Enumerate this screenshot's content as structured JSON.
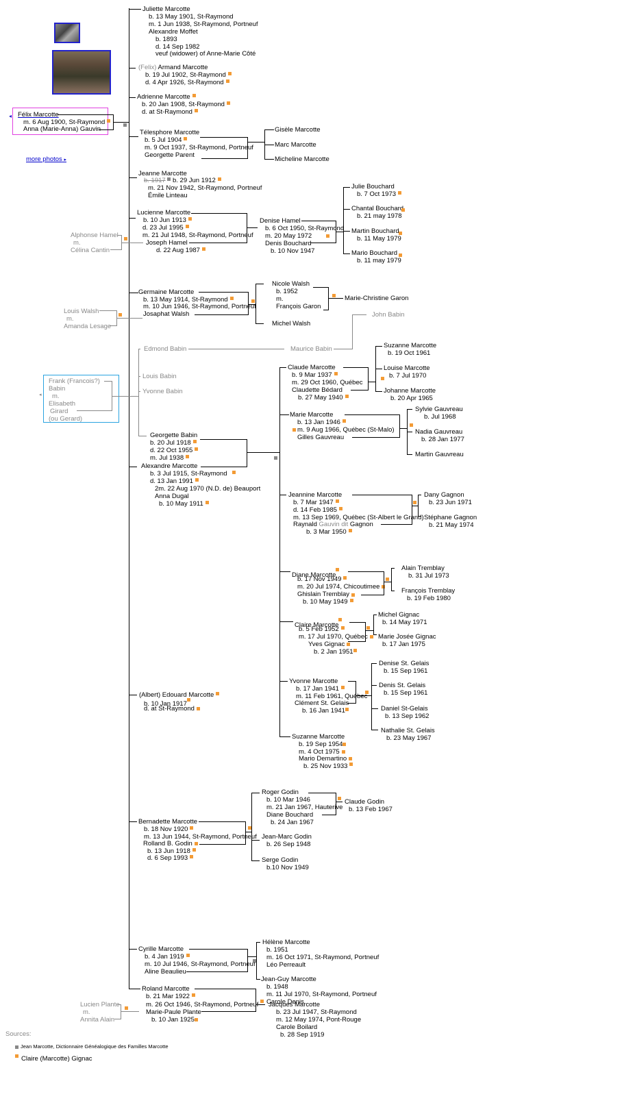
{
  "photos": {
    "thumb1": "family photo (small)",
    "thumb2": "family group photo"
  },
  "more_photos": "more photos",
  "root": {
    "husband": "Félix Marcotte",
    "marriage": "m. 6 Aug 1900, St-Raymond",
    "wife": "Anna (Marie-Anna) Gauvin"
  },
  "parents_hamel": {
    "father": "Alphonse Hamel",
    "m": "m.",
    "mother": "Célina Cantin"
  },
  "parents_walsh": {
    "father": "Louis Walsh",
    "m": "m.",
    "mother": "Amanda Lesage"
  },
  "parents_babin": {
    "l1": "Frank (Francois?)",
    "l2": "Babin",
    "m": "m.",
    "l3": "Elisabeth",
    "l4": "Girard",
    "l5": "(ou Gerard)"
  },
  "parents_plante": {
    "father": "Lucien Plante",
    "m": "m.",
    "mother": "Annita Alain"
  },
  "children": {
    "juliette": {
      "name": "Juliette Marcotte",
      "b": "b. 13 May 1901, St-Raymond",
      "m": "m. 1 Jun 1938, St-Raymond, Portneuf",
      "spouse": "Alexandre Moffet",
      "sb": "b. 1893",
      "sd": "d. 14 Sep 1982",
      "note": "veuf (widower) of Anne-Marie Côté"
    },
    "armand": {
      "prefix": "(Felix)",
      "name": "Armand Marcotte",
      "b": "b. 19 Jul 1902, St-Raymond",
      "d": "d. 4 Apr 1926, St-Raymond"
    },
    "adrienne": {
      "name": "Adrienne Marcotte",
      "b": "b. 20 Jan 1908, St-Raymond",
      "d": "d. at St-Raymond"
    },
    "telesphore": {
      "name": "Télesphore Marcotte",
      "b": "b. 5 Jul 1904",
      "m": "m. 9 Oct 1937, St-Raymond, Portneuf",
      "spouse": "Georgette Parent",
      "kids": [
        "Gisèle Marcotte",
        "Marc Marcotte",
        "Micheline Marcotte"
      ]
    },
    "jeanne": {
      "name": "Jeanne Marcotte",
      "b_old": "b. 1917",
      "b": "b. 29 Jun 1912",
      "m": "m. 21 Nov 1942, St-Raymond, Portneuf",
      "spouse": "Émile Linteau"
    },
    "lucienne": {
      "name": "Lucienne Marcotte",
      "b": "b. 10 Jun 1913",
      "d": "d. 23 Jul 1995",
      "m": "m. 21 Jul 1948, St-Raymond, Portneuf",
      "spouse": "Joseph Hamel",
      "sd": "d.  22 Aug 1987"
    },
    "denise": {
      "name": "Denise Hamel",
      "b": "b. 6 Oct 1950, St-Raymond",
      "m": "m. 20 May 1972",
      "spouse": "Denis Bouchard",
      "sb": "b. 10 Nov 1947"
    },
    "bouchard_kids": [
      {
        "name": "Julie Bouchard",
        "b": "b. 7 Oct 1973"
      },
      {
        "name": "Chantal Bouchard",
        "b": "b. 21 may 1978"
      },
      {
        "name": "Martin Bouchard",
        "b": "b. 11 May 1979"
      },
      {
        "name": "Mario Bouchard",
        "b": "b. 11 may 1979"
      }
    ],
    "germaine": {
      "name": "Germaine Marcotte",
      "b": "b. 13 May 1914, St-Raymond",
      "m": "m. 10 Jun 1946, St-Raymond, Portneuf",
      "spouse": "Josaphat Walsh"
    },
    "nicole": {
      "name": "Nicole Walsh",
      "b": "b. 1952",
      "m": "m.",
      "spouse": "François Garon",
      "kid": "Marie-Christine Garon"
    },
    "michel_walsh": "Michel Walsh",
    "babin": {
      "edmond": "Edmond Babin",
      "maurice": "Maurice Babin",
      "john": "John Babin",
      "louis": "Louis Babin",
      "yvonne": "Yvonne Babin"
    },
    "georgette": {
      "name": "Georgette Babin",
      "b": "b. 20 Jul 1918",
      "d": "d. 22 Oct 1955",
      "m": "m. Jul 1938"
    },
    "alexandre": {
      "name": "Alexandre Marcotte",
      "b": "b. 3 Jul 1915, St-Raymond",
      "d": "d. 13 Jan 1991",
      "m2": "2m. 22 Aug 1970 (N.D. de) Beauport",
      "spouse2": "Anna Dugal",
      "s2b": "b. 10 May 1911"
    },
    "claude": {
      "name": "Claude Marcotte",
      "b": "b. 9 Mar 1937",
      "m": "m. 29 Oct 1960, Québec",
      "spouse": "Claudette Bédard",
      "sb": "b. 27 May 1940",
      "kids": [
        {
          "name": "Suzanne Marcotte",
          "b": "b. 19 Oct 1961"
        },
        {
          "name": "Louise Marcotte",
          "b": "b. 7 Jul 1970"
        },
        {
          "name": "Johanne Marcotte",
          "b": "b. 20 Apr 1965"
        }
      ]
    },
    "marie": {
      "name": "Marie Marcotte",
      "b": "b.  13 Jan 1946",
      "m": "m. 9 Aug 1966, Québec (St-Malo)",
      "spouse": "Gilles Gauvreau",
      "kids": [
        {
          "name": "Sylvie Gauvreau",
          "b": "b. Jul 1968"
        },
        {
          "name": "Nadia Gauvreau",
          "b": "b. 28 Jan 1977"
        },
        {
          "name": "Martin Gauvreau",
          "b": ""
        }
      ]
    },
    "jeannine": {
      "name": "Jeannine Marcotte",
      "b": "b. 7 Mar 1947",
      "d": "d. 14 Feb 1985",
      "m": "m. 13 Sep 1969, Québec (St-Albert le Grand)",
      "spouse_a": "Raynald",
      "spouse_b": "Gauvin dit",
      "spouse_c": "Gagnon",
      "sb": "b. 3 Mar 1950",
      "kids": [
        {
          "name": "Dany Gagnon",
          "b": "b. 23 Jun 1971"
        },
        {
          "name": "Stéphane Gagnon",
          "b": "b. 21 May 1974"
        }
      ]
    },
    "diane": {
      "name": "Diane Marcotte",
      "b": "b. 17 Nov 1949",
      "m": "m. 20 Jul 1974, Chicoutimee",
      "spouse": "Ghislain Tremblay",
      "sb": "b. 10 May 1949",
      "kids": [
        {
          "name": "Alain Tremblay",
          "b": "b. 31 Jul 1973"
        },
        {
          "name": "François Tremblay",
          "b": "b. 19 Feb 1980"
        }
      ]
    },
    "claire": {
      "name": "Claire Marcotte",
      "b": "b. 5 Feb 1952",
      "m": "m. 17 Jul 1970, Québec",
      "spouse": "Yves Gignac",
      "sb": "b. 2 Jan 1951",
      "kids": [
        {
          "name": "Michel Gignac",
          "b": "b. 14 May 1971"
        },
        {
          "name": "Marie Josée Gignac",
          "b": "b. 17 Jan 1975"
        }
      ]
    },
    "yvonne": {
      "name": "Yvonne Marcotte",
      "b": "b. 17 Jan 1941",
      "m": "m. 11 Feb 1961, Québec",
      "spouse": "Clément St. Gelais",
      "sb": "b. 16 Jan 1941",
      "kids": [
        {
          "name": "Denise St. Gelais",
          "b": "b. 15 Sep 1961"
        },
        {
          "name": "Denis St. Gelais",
          "b": "b. 15 Sep 1961"
        },
        {
          "name": "Daniel St-Gelais",
          "b": "b. 13 Sep 1962"
        },
        {
          "name": "Nathalie St. Gelais",
          "b": "b. 23 May 1967"
        }
      ]
    },
    "suzanne": {
      "name": "Suzanne Marcotte",
      "b": "b. 19 Sep 1954",
      "m": "m. 4 Oct 1975",
      "spouse": "Mario Demartino",
      "sb": "b. 25 Nov 1933"
    },
    "edouard": {
      "name": "(Albert) Edouard Marcotte",
      "b": "b. 10 Jan 1917",
      "d": "d. at St-Raymond"
    },
    "bernadette": {
      "name": "Bernadette Marcotte",
      "b": "b. 18 Nov 1920",
      "m": "m. 13 Jun 1944, St-Raymond, Portneuf",
      "spouse": "Rolland B. Godin",
      "sb": "b. 13 Jun 1918",
      "sd": "d. 6 Sep 1993"
    },
    "roger": {
      "name": "Roger Godin",
      "b": "b. 10 Mar 1946",
      "m": "m. 21 Jan 1967, Hauterive",
      "spouse": "Diane Bouchard",
      "sb": "b. 24 Jan 1967",
      "kid": "Claude Godin",
      "kidb": "b. 13 Feb 1967"
    },
    "jeanmarc": {
      "name": "Jean-Marc Godin",
      "b": "b. 26 Sep 1948"
    },
    "serge": {
      "name": "Serge Godin",
      "b": "b.10 Nov 1949"
    },
    "cyrille": {
      "name": "Cyrille Marcotte",
      "b": "b. 4 Jan 1919",
      "m": "m. 10 Jul 1946, St-Raymond, Portneuf",
      "spouse": "Aline Beaulieu"
    },
    "helene": {
      "name": "Hélène Marcotte",
      "b": "b. 1951",
      "m": "m. 16 Oct 1971, St-Raymond, Portneuf",
      "spouse": "Léo Perreault"
    },
    "jeanguy": {
      "name": "Jean-Guy Marcotte",
      "b": "b. 1948",
      "m": "m. 11 Jul 1970, St-Raymond, Portneuf",
      "spouse": "Carole Denis"
    },
    "roland": {
      "name": "Roland Marcotte",
      "b": "b. 21 Mar 1922",
      "m": "m. 26 Oct 1946, St-Raymond, Portneuf",
      "spouse": "Marie-Paule Plante",
      "sb": "b. 10 Jan 1925"
    },
    "jacques": {
      "name": "Jacques Marcotte",
      "b": "b. 23 Jul 1947, St-Raymond",
      "m": "m. 12 May 1974, Pont-Rouge",
      "spouse": "Carole Boilard",
      "sb": "b. 28 Sep 1919"
    }
  },
  "sources": {
    "title": "Sources:",
    "items": [
      {
        "marker": "gray",
        "text": "Jean Marcotte, Dictionnaire Généalogique des Familles Marcotte"
      },
      {
        "marker": "orange",
        "text": "Claire (Marcotte) Gignac"
      }
    ]
  },
  "colors": {
    "source_orange": "#f39b35",
    "source_gray": "#888888",
    "root_box": "#e040e0",
    "babin_box": "#29a3e0",
    "link": "#0000cc"
  }
}
